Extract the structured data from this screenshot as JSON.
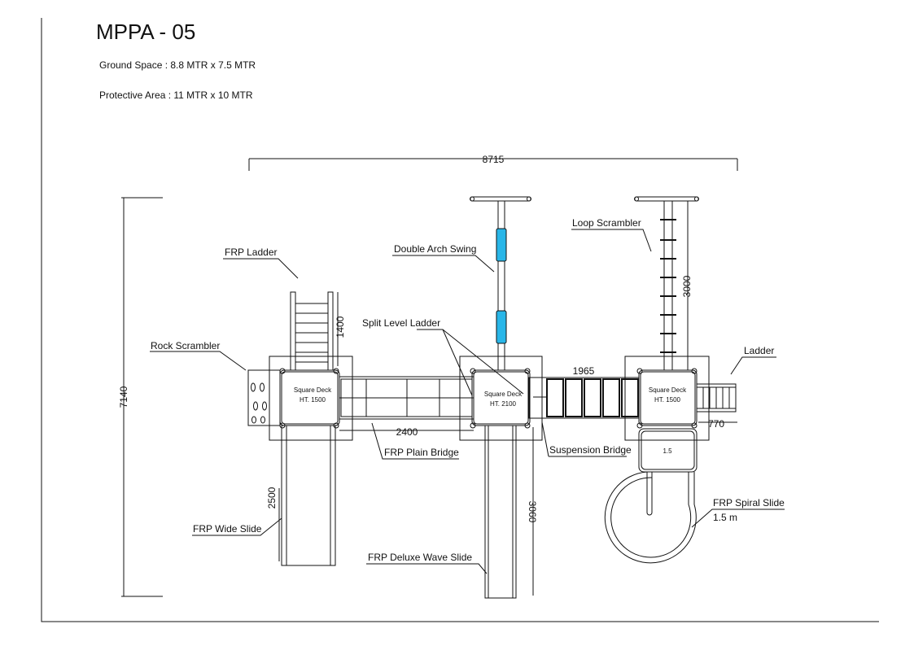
{
  "title": "MPPA - 05",
  "ground_space": "Ground Space :  8.8 MTR   x  7.5 MTR",
  "protective_area": "Protective Area :  11 MTR  x  10 MTR",
  "dimensions": {
    "overall_width": "8715",
    "overall_height": "7140",
    "ladder_height": "1400",
    "bridge_width": "2400",
    "suspension_width": "1965",
    "loop_height": "3000",
    "wide_slide_length": "2500",
    "wave_slide_length": "3060",
    "ladder_width": "770"
  },
  "labels": {
    "frp_ladder": "FRP  Ladder",
    "double_arch_swing": "Double Arch Swing",
    "loop_scrambler": "Loop  Scrambler",
    "rock_scrambler": "Rock Scrambler",
    "split_level_ladder": "Split Level Ladder",
    "ladder": "Ladder",
    "frp_plain_bridge": "FRP Plain Bridge",
    "suspension_bridge": "Suspension Bridge",
    "frp_wide_slide": "FRP Wide Slide",
    "frp_deluxe_wave_slide": "FRP Deluxe Wave Slide",
    "frp_spiral_slide": "FRP Spiral Slide",
    "spiral_size": "1.5 m",
    "spiral_platform": "1.5"
  },
  "decks": {
    "left": {
      "name": "Square Deck",
      "height": "HT. 1500"
    },
    "middle": {
      "name": "Square Deck",
      "height": "HT. 2100"
    },
    "right": {
      "name": "Square Deck",
      "height": "HT. 1500"
    }
  },
  "colors": {
    "line": "#111111",
    "swing_seat": "#29b6e8"
  }
}
